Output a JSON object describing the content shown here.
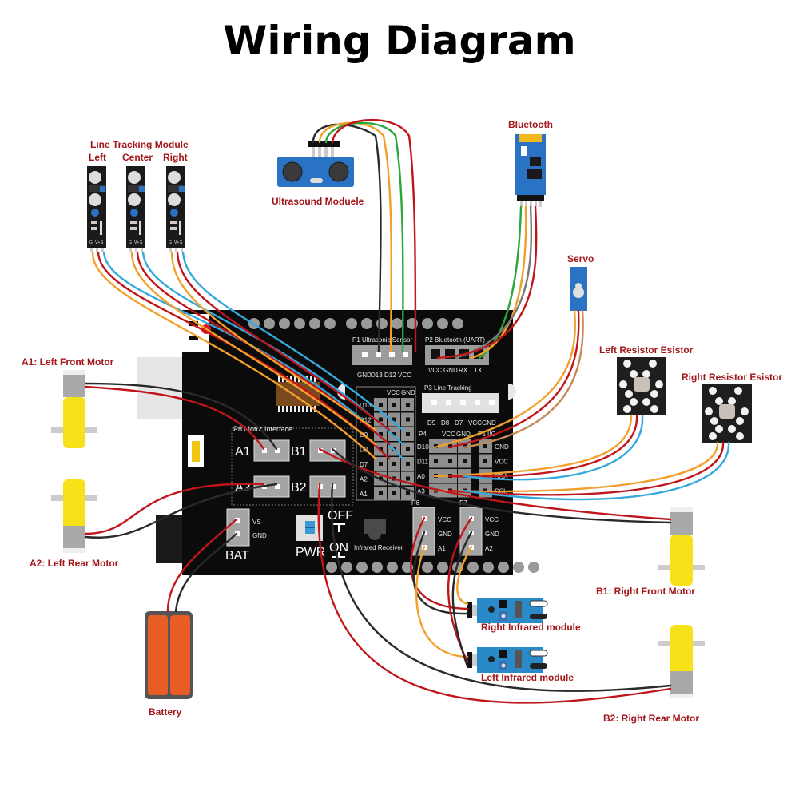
{
  "title": "Wiring Diagram",
  "colors": {
    "label": "#a3161a",
    "board": "#0b0b0b",
    "wire_red": "#c0161b",
    "wire_black": "#2a2a2a",
    "wire_orange": "#f2a02b",
    "wire_green": "#2aa63a",
    "wire_blue": "#35a8dc",
    "wire_gray": "#777777",
    "motor_yellow": "#f7e21a",
    "battery_orange": "#e85d25",
    "module_blue": "#2a73c4"
  },
  "components": {
    "line_tracking": {
      "title": "Line Tracking Module",
      "left": "Left",
      "center": "Center",
      "right": "Right",
      "pins": [
        "G",
        "V+",
        "S"
      ]
    },
    "ultrasound": {
      "label": "Ultrasound Moduele"
    },
    "bluetooth": {
      "label": "Bluetooth"
    },
    "servo": {
      "label": "Servo"
    },
    "left_resistor": {
      "label": "Left Resistor Esistor"
    },
    "right_resistor": {
      "label": "Right Resistor Esistor"
    },
    "motor_a1": {
      "label": "A1: Left Front Motor"
    },
    "motor_a2": {
      "label": "A2: Left Rear Motor"
    },
    "motor_b1": {
      "label": "B1: Right Front Motor"
    },
    "motor_b2": {
      "label": "B2: Right Rear Motor"
    },
    "right_infrared": {
      "label": "Right Infrared module"
    },
    "left_infrared": {
      "label": "Left Infrared module"
    },
    "battery": {
      "label": "Battery"
    }
  },
  "board": {
    "p1": {
      "title": "P1 Ultrasonic Sensor",
      "pins": [
        "GND",
        "D13",
        "D12",
        "VCC"
      ]
    },
    "p2": {
      "title": "P2  Bluetooth (UART)",
      "pins": [
        "VCC",
        "GND",
        "RX",
        "TX"
      ]
    },
    "p3": {
      "title": "P3 Line Tracking",
      "pins": [
        "D9",
        "D8",
        "D7",
        "VCC",
        "GND"
      ]
    },
    "header_left": {
      "cols": [
        "VCC",
        "GND"
      ],
      "rows": [
        "D13",
        "D12",
        "D9",
        "D8",
        "D7",
        "A2",
        "A1"
      ]
    },
    "p4": {
      "title": "P4",
      "cols": [
        "VCC",
        "GND"
      ],
      "rows": [
        "D10",
        "D11",
        "A0",
        "A3"
      ]
    },
    "p5": {
      "title": "P5 IIC",
      "rows": [
        "GND",
        "VCC",
        "SDA",
        "SCL"
      ]
    },
    "p8": {
      "title": "P8 Motor Interface",
      "ports": [
        "A1",
        "B1",
        "A2",
        "B2"
      ]
    },
    "bat": {
      "label": "BAT",
      "pins": [
        "VS",
        "GND"
      ]
    },
    "pwr": {
      "label": "PWR",
      "off": "OFF",
      "on": "ON"
    },
    "infrared_receiver": "Infrared  Receiver",
    "p6": {
      "title": "P6",
      "pins": [
        "VCC",
        "GND",
        "A1"
      ]
    },
    "p7": {
      "title": "P7",
      "pins": [
        "VCC",
        "GND",
        "A2"
      ]
    }
  }
}
